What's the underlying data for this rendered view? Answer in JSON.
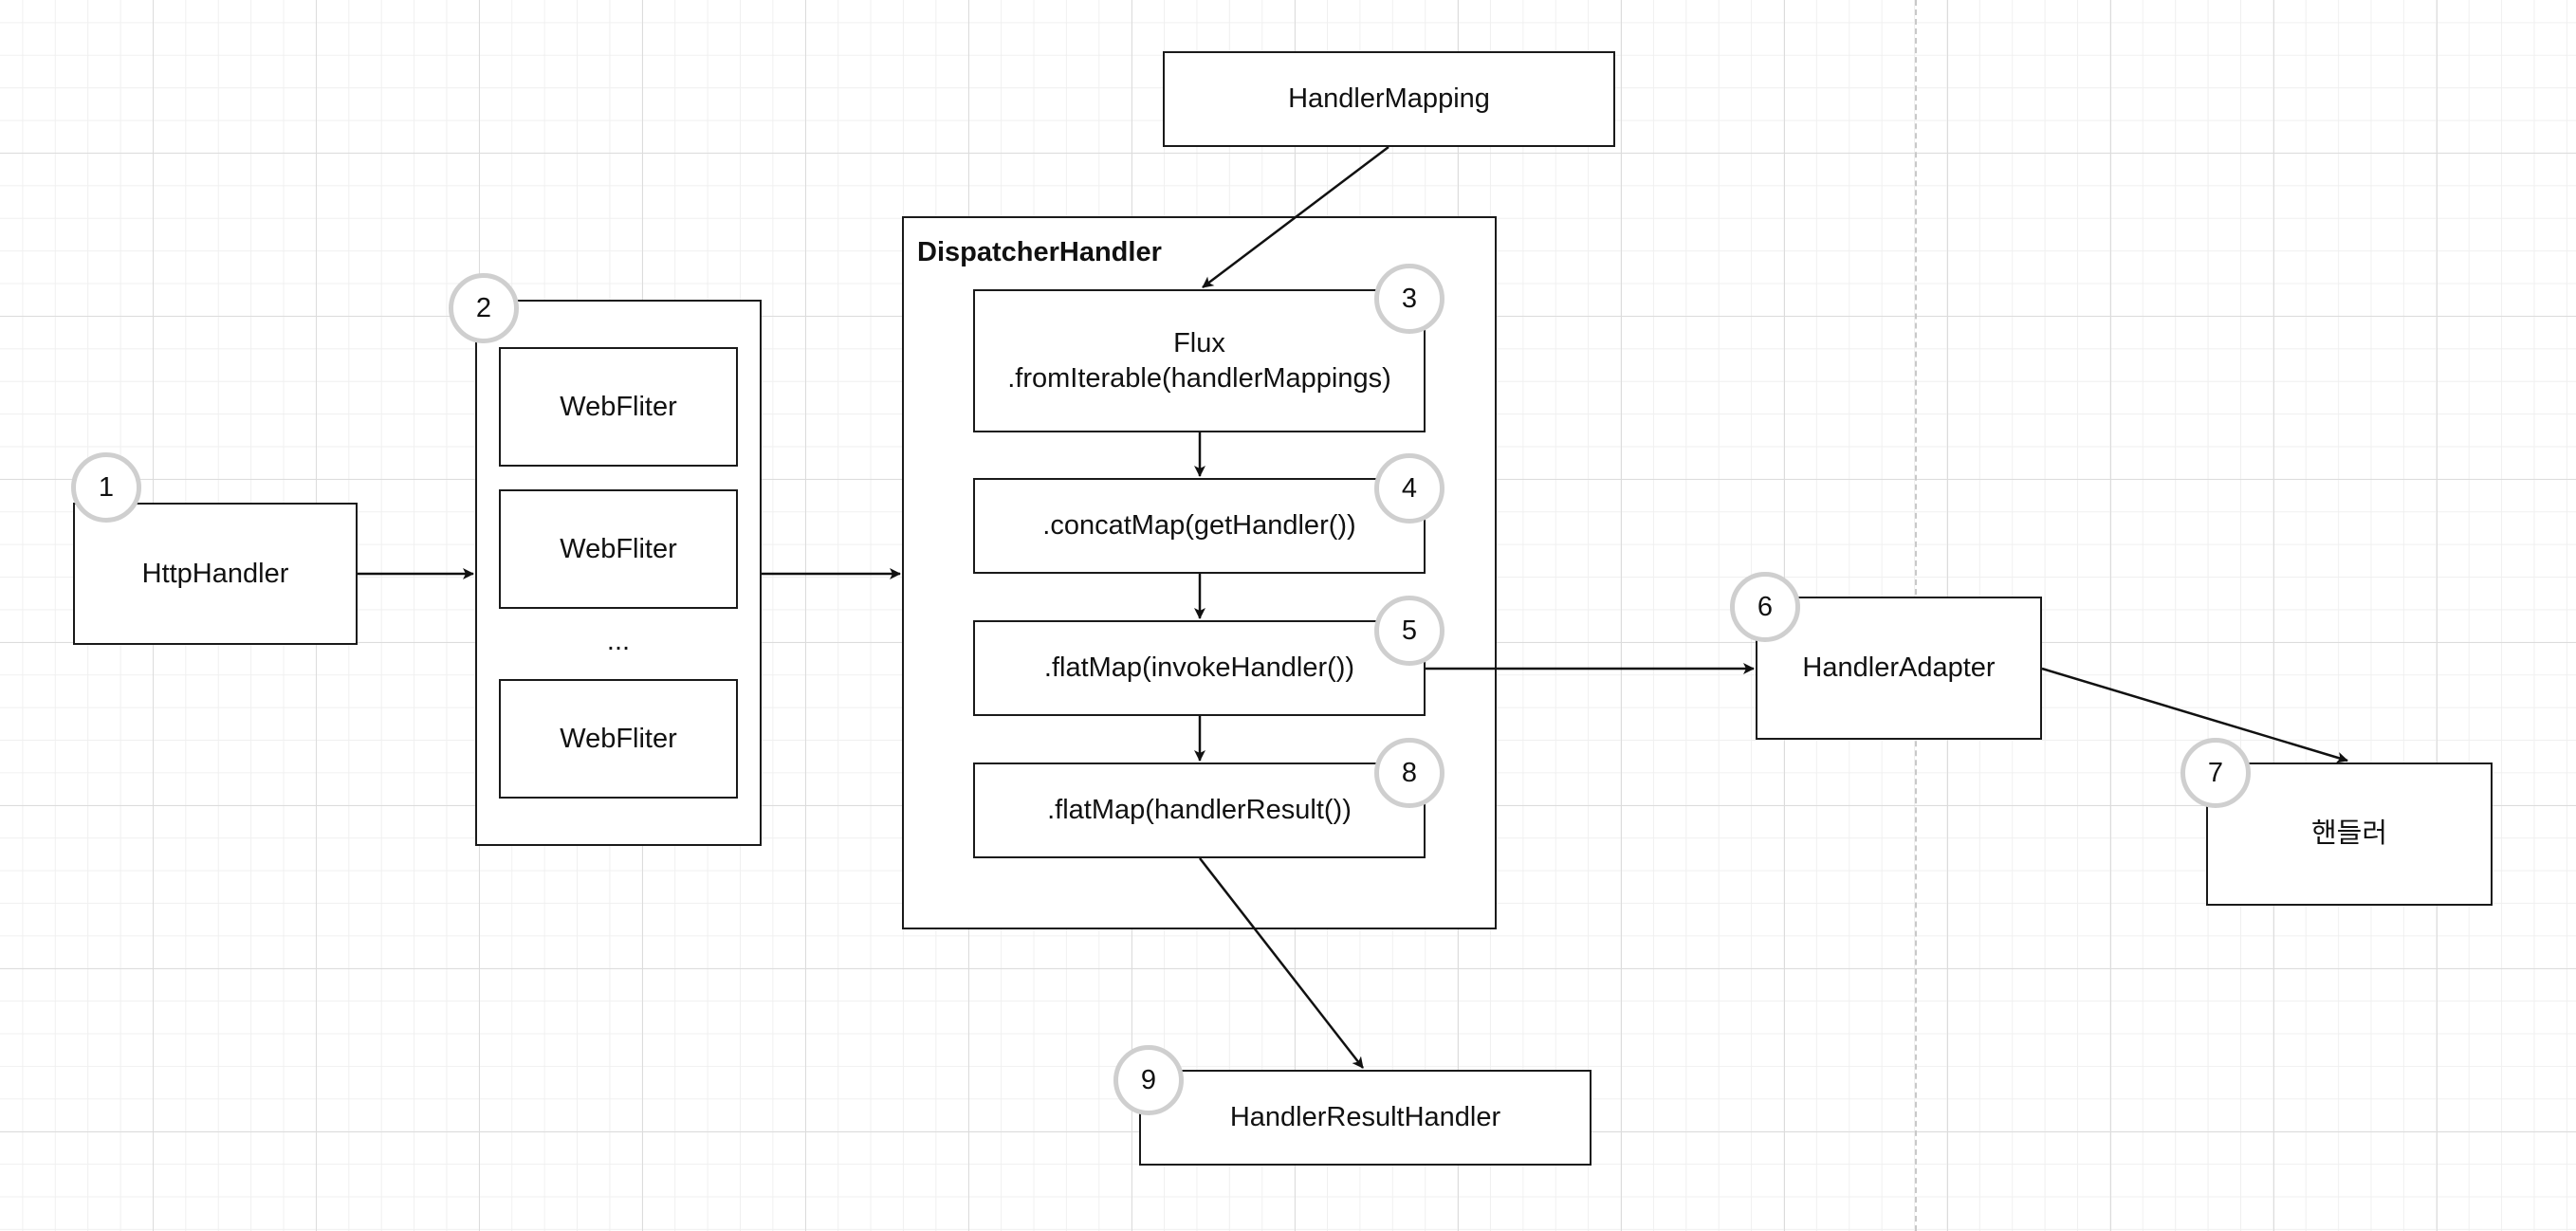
{
  "nodes": {
    "http_handler": "HttpHandler",
    "web_filter_1": "WebFliter",
    "web_filter_2": "WebFliter",
    "web_filter_ellipsis": "...",
    "web_filter_3": "WebFliter",
    "dispatcher_title": "DispatcherHandler",
    "flux_from_iterable": "Flux\n.fromIterable(handlerMappings)",
    "concat_map": ".concatMap(getHandler())",
    "flat_map_invoke": ".flatMap(invokeHandler())",
    "flat_map_result": ".flatMap(handlerResult())",
    "handler_mapping": "HandlerMapping",
    "handler_adapter": "HandlerAdapter",
    "handler": "핸들러",
    "handler_result_handler": "HandlerResultHandler"
  },
  "badges": {
    "b1": "1",
    "b2": "2",
    "b3": "3",
    "b4": "4",
    "b5": "5",
    "b6": "6",
    "b7": "7",
    "b8": "8",
    "b9": "9"
  }
}
